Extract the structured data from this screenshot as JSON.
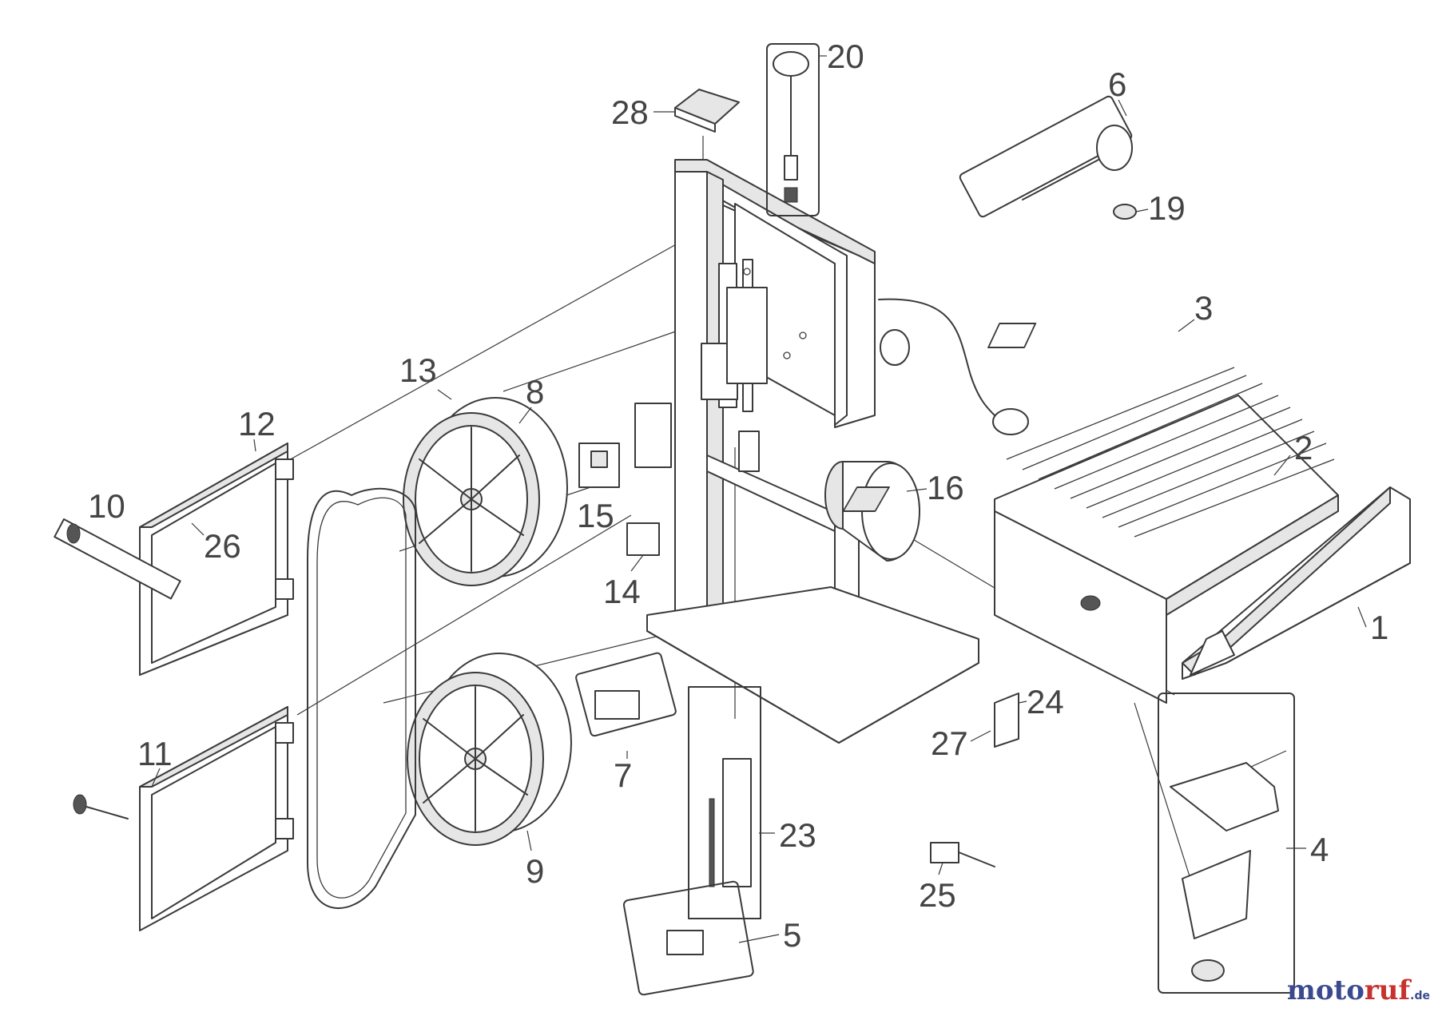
{
  "labels": [
    "1",
    "2",
    "3",
    "4",
    "5",
    "6",
    "7",
    "8",
    "9",
    "10",
    "11",
    "12",
    "13",
    "14",
    "15",
    "16",
    "19",
    "20",
    "23",
    "24",
    "25",
    "26",
    "27",
    "28"
  ],
  "watermark": {
    "part1": "moto",
    "part2": "ruf",
    "part3": ".de"
  }
}
